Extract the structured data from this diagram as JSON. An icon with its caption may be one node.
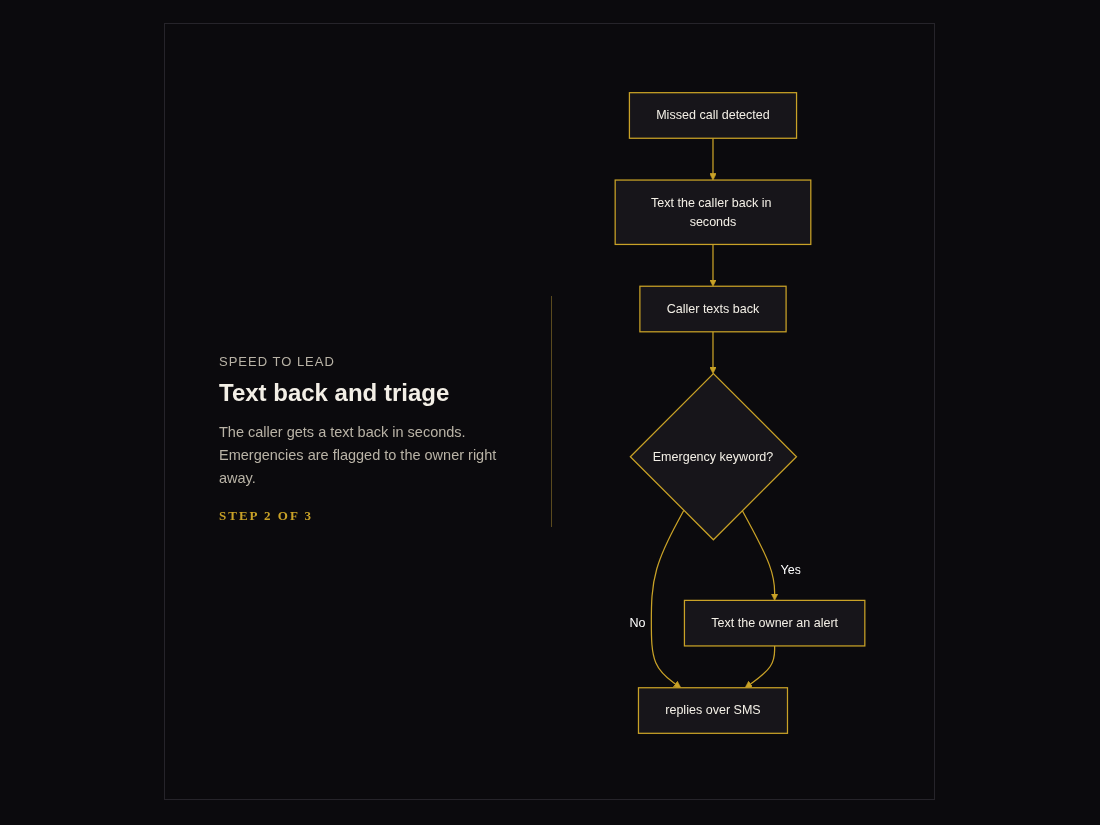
{
  "diagram": {
    "title": "Text back and triage",
    "nodes": [
      {
        "text": [
          "Missed call detected"
        ]
      },
      {
        "text": [
          "Text the caller back in seconds"
        ]
      },
      {
        "text": [
          "Caller texts back"
        ]
      },
      {
        "text": [
          "Emergency keyword?"
        ]
      },
      {
        "text": [
          "Text the owner an alert"
        ]
      },
      {
        "text": [
          "replies over SMS"
        ]
      }
    ],
    "edges": [
      {
        "from": 0,
        "to": 1,
        "arrow": "to"
      },
      {
        "from": 1,
        "to": 2,
        "arrow": "to"
      },
      {
        "from": 2,
        "to": 3,
        "arrow": "to"
      },
      {
        "from": 3,
        "to": 4,
        "arrow": "to",
        "label": "Yes"
      },
      {
        "from": 3,
        "to": 5,
        "arrow": "to",
        "label": "No"
      },
      {
        "from": 4,
        "to": 5,
        "arrow": "to"
      }
    ],
    "labels": [
      "SPEED TO LEAD",
      "The caller gets a text back in seconds. Emergencies are flagged to the owner right away.",
      "STEP 2 OF 3"
    ]
  }
}
